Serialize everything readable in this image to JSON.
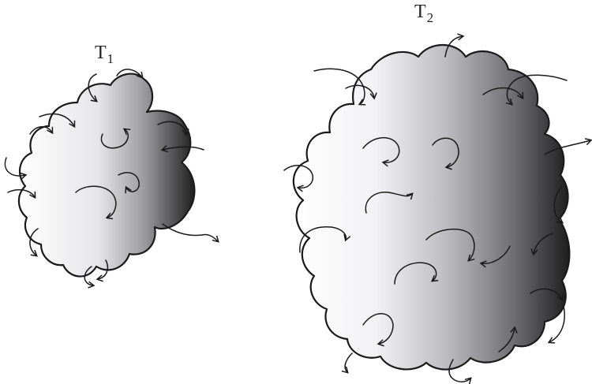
{
  "figure": {
    "cloud_1": {
      "label": "T",
      "subscript": "1"
    },
    "cloud_2": {
      "label": "T",
      "subscript": "2"
    }
  },
  "colors": {
    "gradient_light": "#ffffff",
    "gradient_mid": "#c8c8cc",
    "gradient_dark": "#202020",
    "outline": "#1a1a1a"
  }
}
